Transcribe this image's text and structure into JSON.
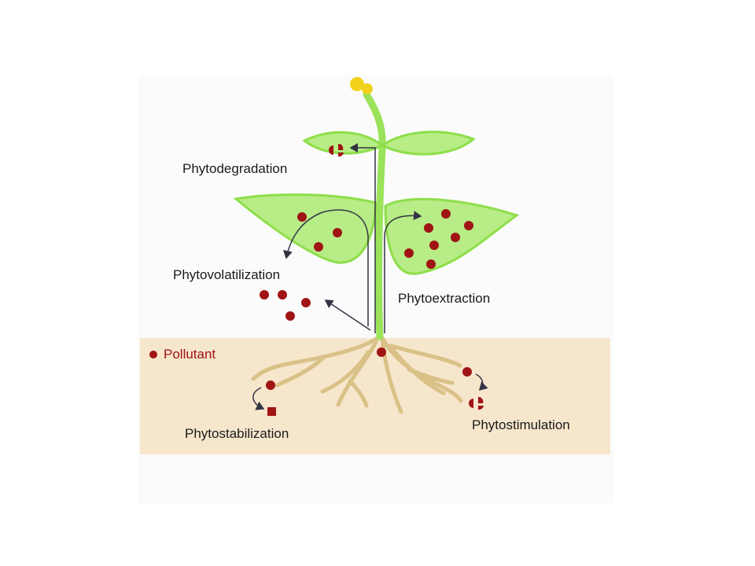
{
  "labels": {
    "phytodegradation": "Phytodegradation",
    "phytovolatilization": "Phytovolatilization",
    "phytoextraction": "Phytoextraction",
    "phytostabilization": "Phytostabilization",
    "phytostimulation": "Phytostimulation"
  },
  "legend": {
    "pollutant": "Pollutant"
  },
  "colors": {
    "soil": "#f6e6cc",
    "leaf": "#b7ec86",
    "leaf_edge": "#8ede4a",
    "stem": "#9ae35a",
    "root": "#d9c187",
    "pollutant": "#a01414",
    "flower": "#f2d21c",
    "arrow": "#333344"
  }
}
